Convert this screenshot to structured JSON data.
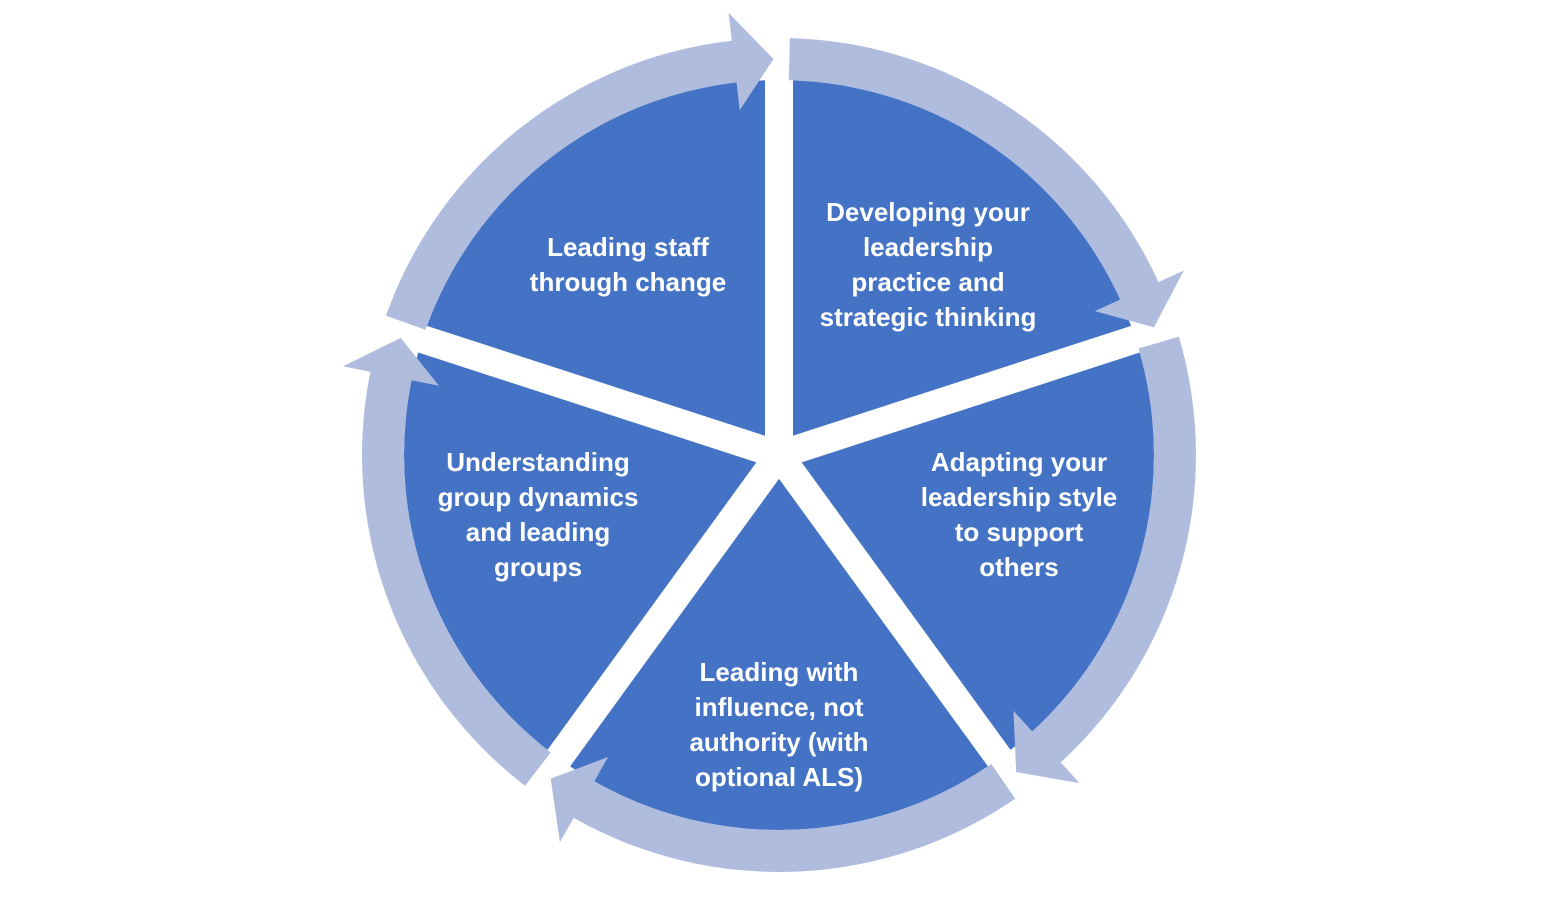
{
  "colors": {
    "segment": "#4472C4",
    "ring": "#B0BCDE",
    "gap": "#FFFFFF",
    "text": "#FFFFFF"
  },
  "segments": [
    {
      "label": "Developing your\nleadership\npractice and\nstrategic thinking"
    },
    {
      "label": "Adapting your\nleadership style\nto support\nothers"
    },
    {
      "label": "Leading with\ninfluence, not\nauthority (with\noptional ALS)"
    },
    {
      "label": "Understanding\ngroup dynamics\nand leading\ngroups"
    },
    {
      "label": "Leading staff\nthrough change"
    }
  ]
}
